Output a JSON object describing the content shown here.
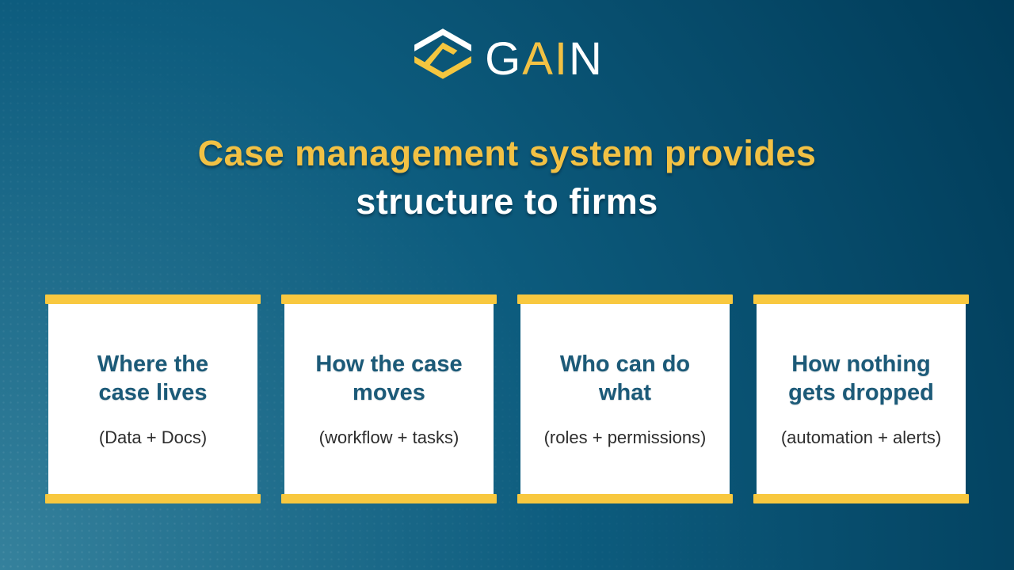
{
  "slide": {
    "logo": {
      "icon": "gain-hexagon-mark",
      "segments": [
        {
          "text": "G",
          "color": "#ffffff"
        },
        {
          "text": "AI",
          "color": "#f2c144"
        },
        {
          "text": "N",
          "color": "#ffffff"
        }
      ]
    },
    "title": {
      "line1": "Case management system provides",
      "line2": "structure to firms"
    },
    "cards": [
      {
        "heading": "Where the\ncase lives",
        "subtitle": "(Data + Docs)"
      },
      {
        "heading": "How the case\nmoves",
        "subtitle": "(workflow + tasks)"
      },
      {
        "heading": "Who can do\nwhat",
        "subtitle": "(roles + permissions)"
      },
      {
        "heading": "How nothing\ngets dropped",
        "subtitle": "(automation + alerts)"
      }
    ],
    "colors": {
      "background_light": "#35819c",
      "background_dark": "#003a57",
      "accent_yellow_bar": "#f8c83f",
      "accent_yellow_text": "#f2c144",
      "heading_teal": "#1c5a78",
      "subtitle_gray": "#2d2d2d",
      "card_white": "#ffffff"
    }
  }
}
